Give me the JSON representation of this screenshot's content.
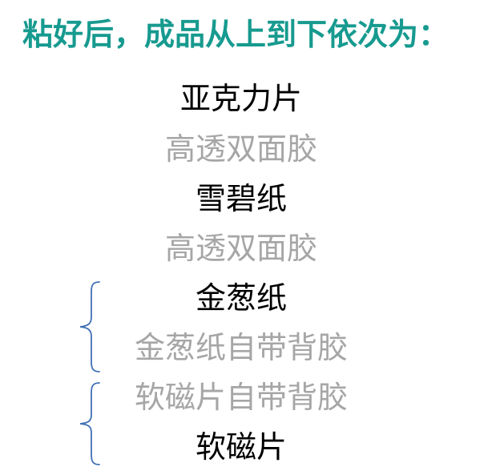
{
  "heading": "粘好后，成品从上到下依次为：",
  "colors": {
    "heading": "#179a8f",
    "material": "#000000",
    "adhesive": "#a6a6a6",
    "bracket": "#3f6fb5"
  },
  "layers": [
    {
      "label": "亚克力片",
      "style": "dark"
    },
    {
      "label": "高透双面胶",
      "style": "light"
    },
    {
      "label": "雪碧纸",
      "style": "dark"
    },
    {
      "label": "高透双面胶",
      "style": "light"
    },
    {
      "label": "金葱纸",
      "style": "dark"
    },
    {
      "label": "金葱纸自带背胶",
      "style": "light"
    },
    {
      "label": "软磁片自带背胶",
      "style": "light"
    },
    {
      "label": "软磁片",
      "style": "dark"
    }
  ]
}
